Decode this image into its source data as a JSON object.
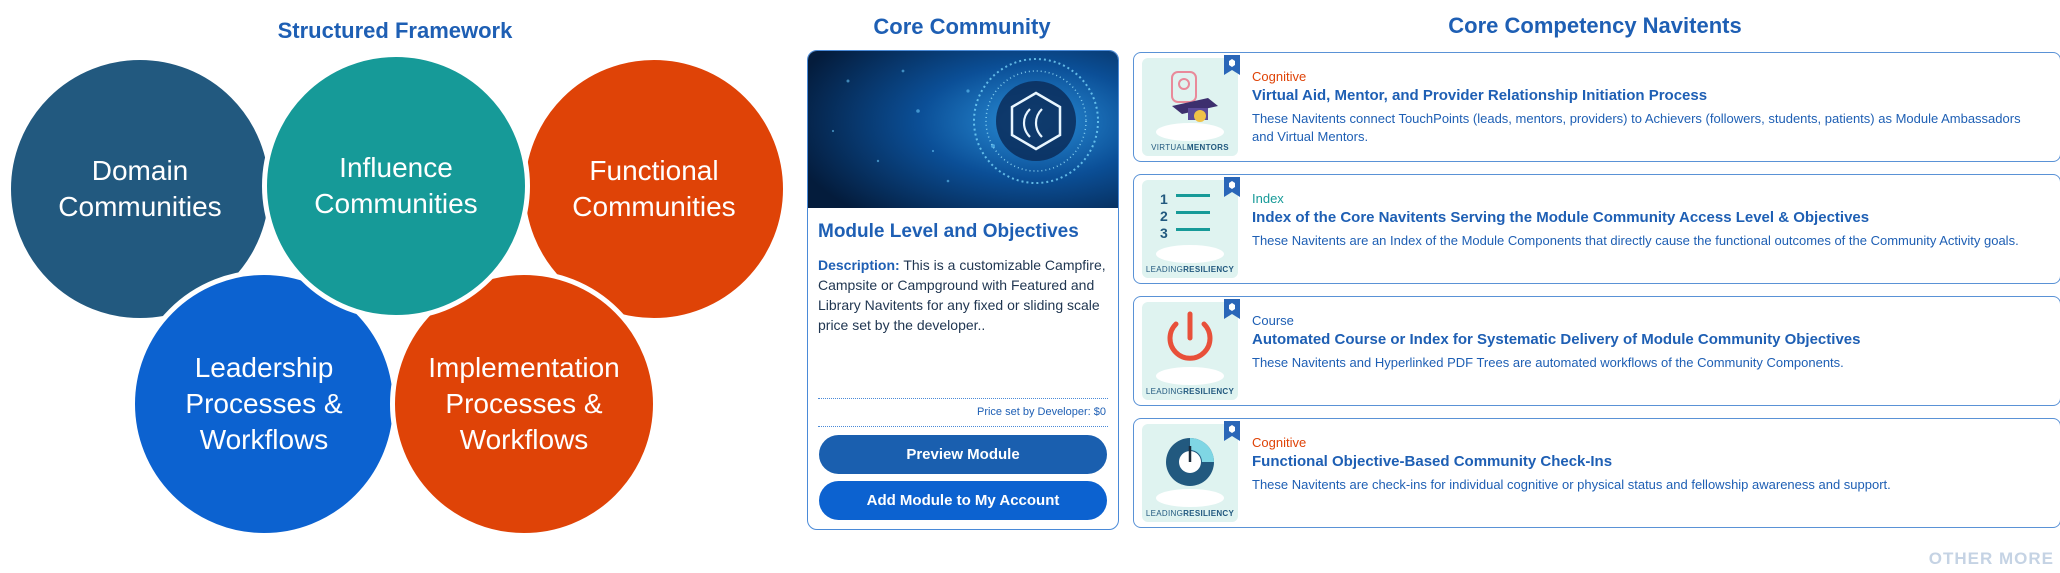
{
  "framework": {
    "title": "Structured Framework",
    "circles": {
      "domain": "Domain Communities",
      "influence": "Influence Communities",
      "functional": "Functional Communities",
      "leadership": "Leadership Processes & Workflows",
      "implementation": "Implementation Processes & Workflows"
    },
    "colors": {
      "domain": "#22597f",
      "influence": "#169a98",
      "functional": "#df4307",
      "leadership": "#0c62d0",
      "implementation": "#df4307"
    }
  },
  "community": {
    "title": "Core Community",
    "module": {
      "title": "Module Level and Objectives",
      "description_label": "Description:",
      "description_text": "This is a customizable Campfire, Campsite or Campground with Featured and Library Navitents for any fixed or sliding scale price set by the developer..",
      "price": "Price set by Developer: $0",
      "preview_label": "Preview Module",
      "add_label": "Add Module to My Account"
    }
  },
  "competency": {
    "title": "Core Competency Navitents",
    "items": [
      {
        "type": "Cognitive",
        "type_color": "#df4307",
        "title": "Virtual Aid, Mentor, and Provider Relationship Initiation Process",
        "description": "These Navitents connect TouchPoints (leads, mentors, providers) to Achievers (followers, students, patients) as Module Ambassadors and Virtual Mentors.",
        "thumb_label_a": "VIRTUAL",
        "thumb_label_b": "MENTORS",
        "icon": "mentor-graduate-icon"
      },
      {
        "type": "Index",
        "type_color": "#169a98",
        "title": "Index of the Core Navitents Serving the Module Community Access Level & Objectives",
        "description": "These Navitents are an Index of the Module Components that directly cause the functional outcomes of the Community Activity goals.",
        "thumb_label_a": "LEADING",
        "thumb_label_b": "RESILIENCY",
        "icon": "numbered-list-icon"
      },
      {
        "type": "Course",
        "type_color": "#1e5fb4",
        "title": "Automated Course or Index for Systematic Delivery of Module Community Objectives",
        "description": "These Navitents and Hyperlinked PDF Trees are automated workflows of the Community Components.",
        "thumb_label_a": "LEADING",
        "thumb_label_b": "RESILIENCY",
        "icon": "power-icon"
      },
      {
        "type": "Cognitive",
        "type_color": "#df4307",
        "title": "Functional Objective-Based Community Check-Ins",
        "description": "These Navitents are check-ins for individual cognitive or physical status and fellowship awareness and support.",
        "thumb_label_a": "LEADING",
        "thumb_label_b": "RESILIENCY",
        "icon": "gauge-icon"
      }
    ],
    "more_label": "OTHER MORE"
  }
}
